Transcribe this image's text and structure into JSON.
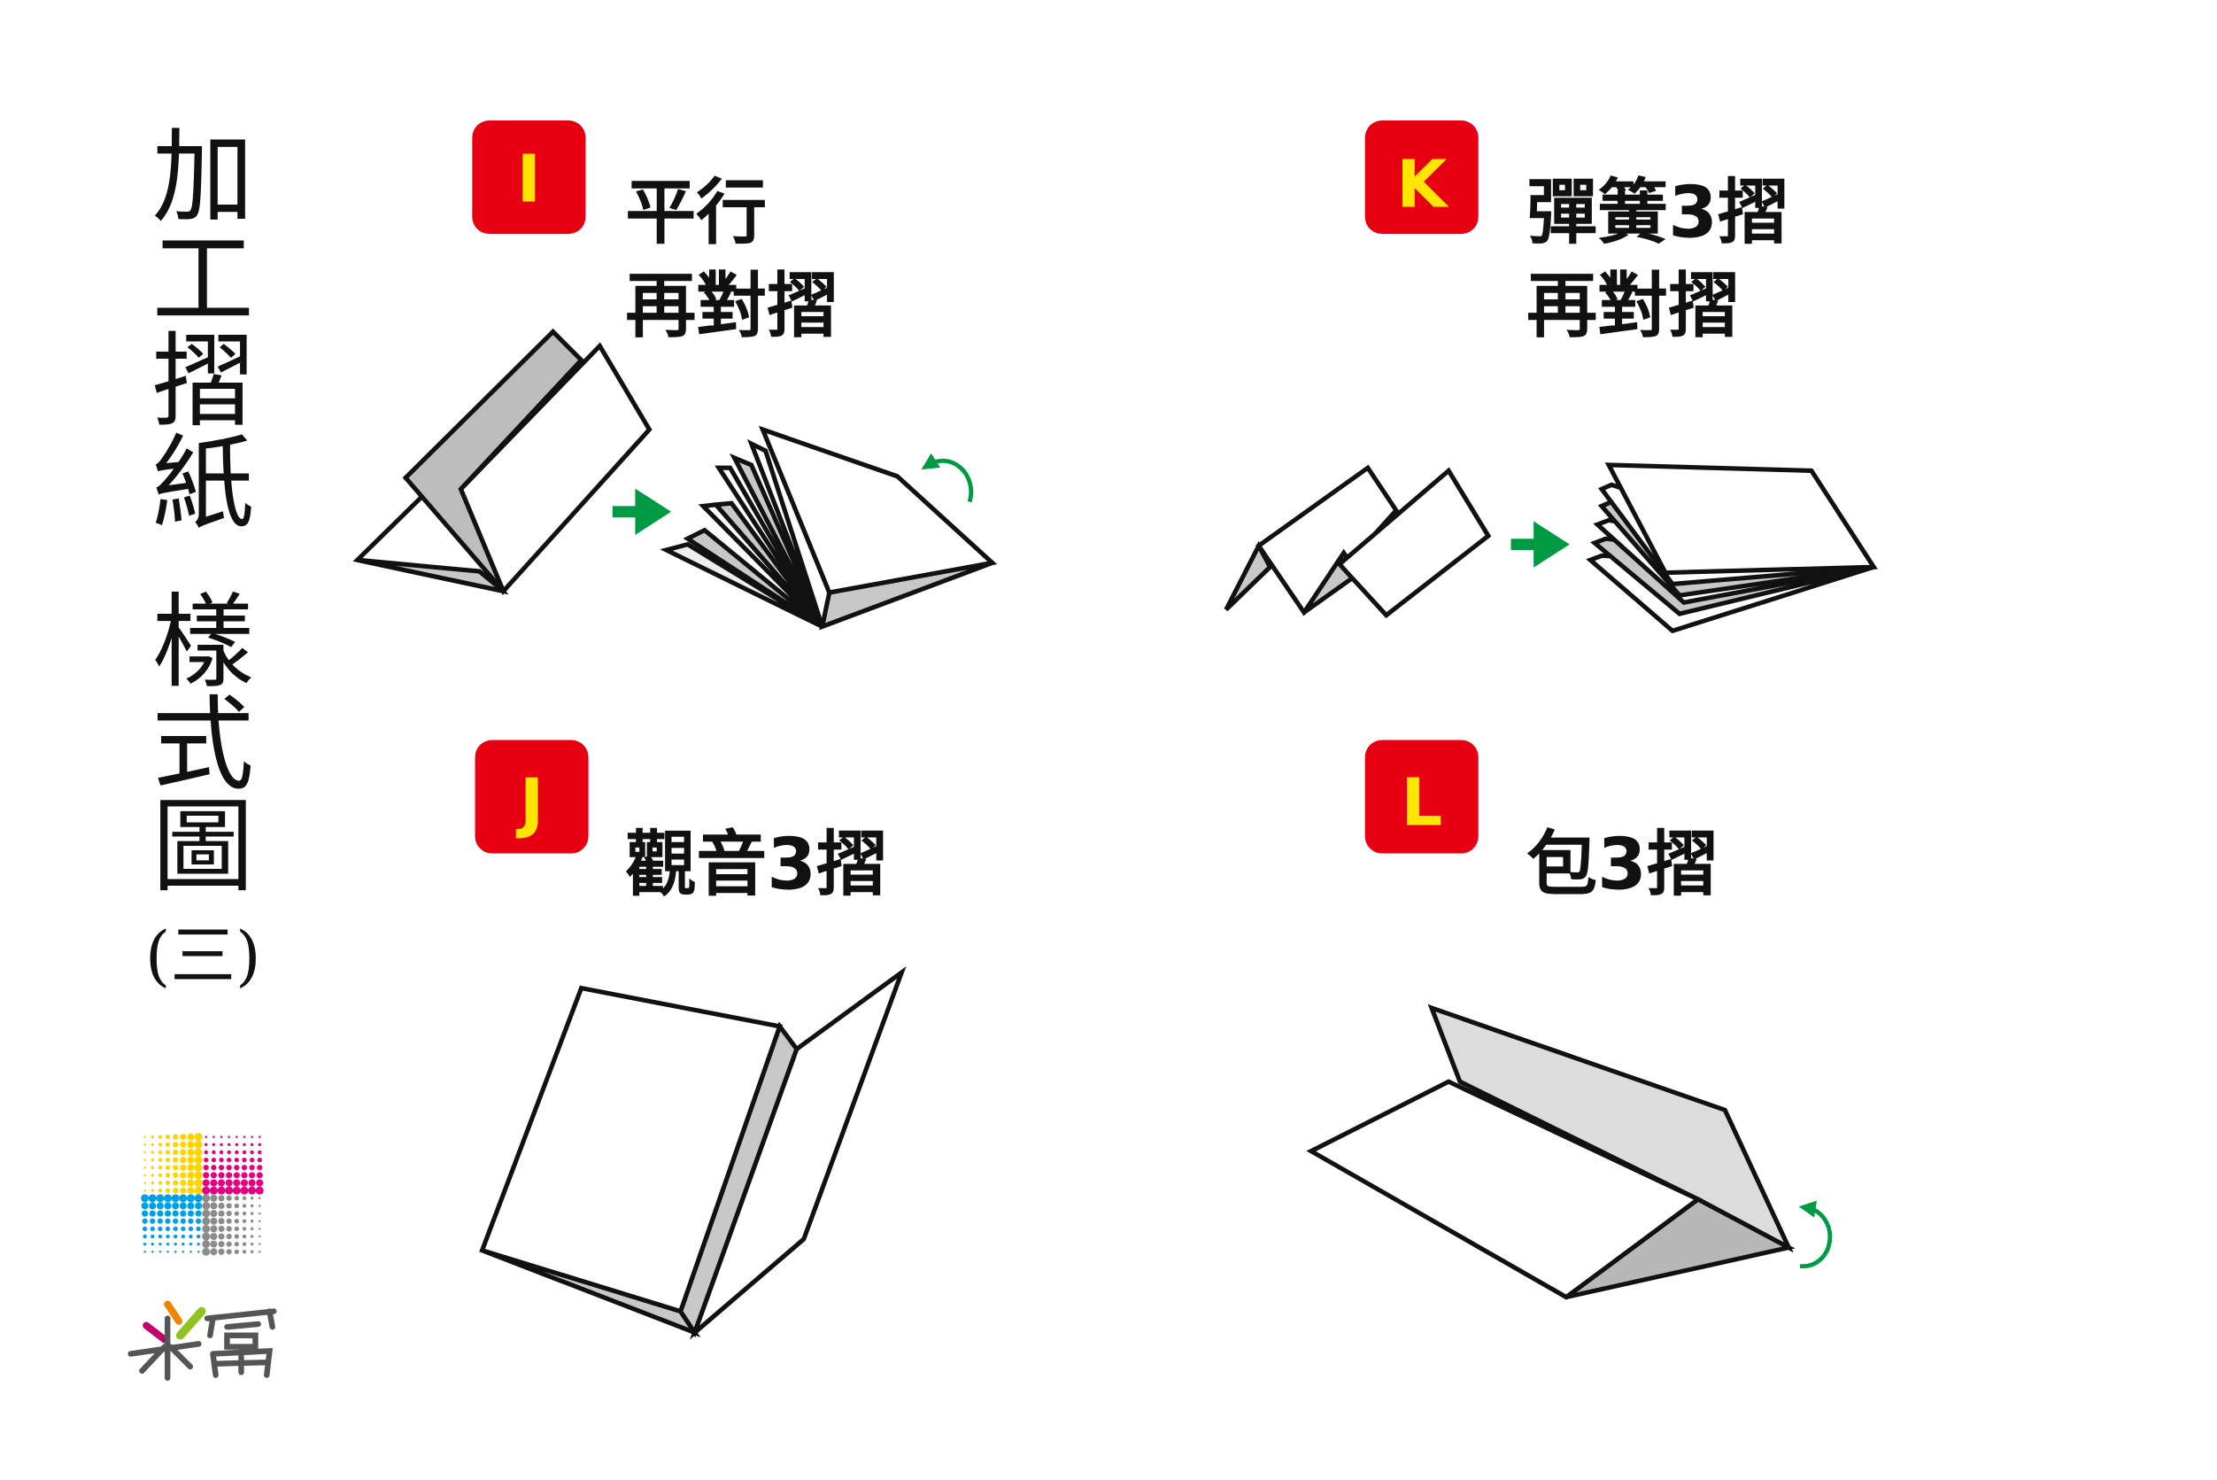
{
  "title": {
    "chars": [
      "加",
      "工",
      "摺",
      "紙",
      "樣",
      "式",
      "圖"
    ],
    "suffix": "(三)"
  },
  "colors": {
    "badge": "#e60012",
    "badge_text": "#ffe600",
    "arrow": "#009944",
    "gray": "#c8c8c8",
    "logo_yellow": "#ffd400",
    "logo_magenta": "#e4007f",
    "logo_cyan": "#00a0e9",
    "logo_gray": "#8c8c8c"
  },
  "items": [
    {
      "badge": "I",
      "line1": "平行",
      "line2": "再對摺"
    },
    {
      "badge": "J",
      "line1": "觀音3摺",
      "line2": ""
    },
    {
      "badge": "K",
      "line1": "彈簧3摺",
      "line2": "再對摺"
    },
    {
      "badge": "L",
      "line1": "包3摺",
      "line2": ""
    }
  ],
  "logo": {
    "text": "采富"
  }
}
